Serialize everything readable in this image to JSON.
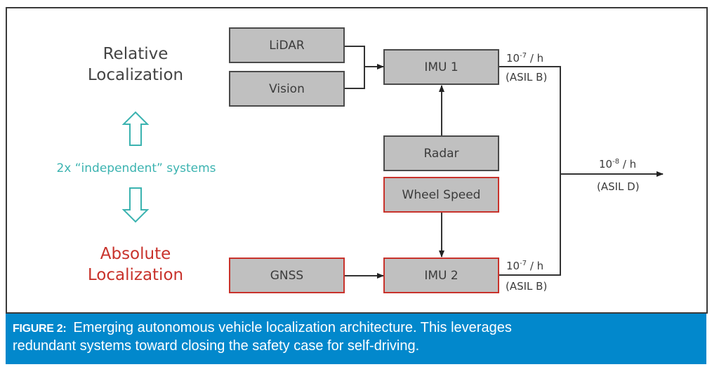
{
  "figure": {
    "caption_label": "FIGURE 2:",
    "caption_line1": "Emerging autonomous vehicle localization architecture. This leverages",
    "caption_line2": "redundant systems toward closing the safety case for self-driving."
  },
  "left_panel": {
    "relative_line1": "Relative",
    "relative_line2": "Localization",
    "independent_text": "2x “independent” systems",
    "absolute_line1": "Absolute",
    "absolute_line2": "Localization",
    "up_arrow_icon": "hollow-up-arrow",
    "down_arrow_icon": "hollow-down-arrow"
  },
  "nodes": {
    "lidar": "LiDAR",
    "vision": "Vision",
    "imu1": "IMU 1",
    "radar": "Radar",
    "wheel_speed": "Wheel Speed",
    "gnss": "GNSS",
    "imu2": "IMU 2"
  },
  "rates": {
    "imu1_base": "10",
    "imu1_exp": "-7",
    "imu1_unit": " / h",
    "imu1_asil": "(ASIL B)",
    "imu2_base": "10",
    "imu2_exp": "-7",
    "imu2_unit": " / h",
    "imu2_asil": "(ASIL B)",
    "out_base": "10",
    "out_exp": "-8",
    "out_unit": " / h",
    "out_asil": "(ASIL D)"
  },
  "colors": {
    "teal": "#3bb3b0",
    "red": "#c8322b",
    "box_fill": "#c0c0c0",
    "caption_bg": "#0288cc"
  }
}
